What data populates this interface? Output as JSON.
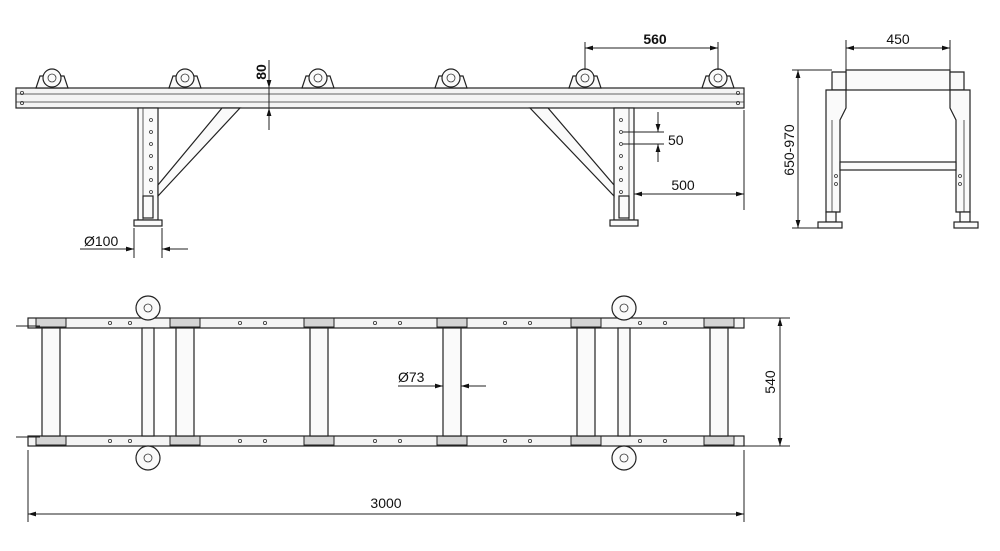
{
  "dimensions": {
    "bearing_spacing": "560",
    "roller_height": "80",
    "hole_pitch": "50",
    "end_overhang": "500",
    "foot_diameter": "Ø100",
    "frame_width": "450",
    "height_range": "650-970",
    "roller_diameter": "Ø73",
    "inner_width": "540",
    "total_length": "3000"
  }
}
